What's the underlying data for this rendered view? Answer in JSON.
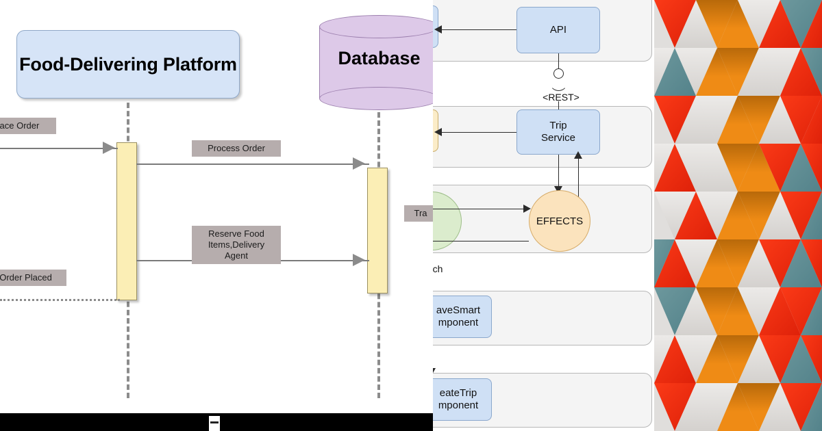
{
  "composite": {
    "panel_count": 3,
    "description": "Three side-by-side diagram thumbnails"
  },
  "sequence_diagram": {
    "actors": [
      {
        "name": "platform",
        "label": "Food-Delivering\nPlatform",
        "shape": "rounded-rect",
        "fill": "#d6e4f7",
        "stroke": "#8fa8c8"
      },
      {
        "name": "database",
        "label": "Database",
        "shape": "cylinder",
        "fill": "#ddc9e8",
        "stroke": "#9c7fae"
      }
    ],
    "messages": [
      {
        "label": "lace Order",
        "full": "Place Order",
        "from": "actor-left-offscreen",
        "to": "platform",
        "style": "solid"
      },
      {
        "label": "Process Order",
        "from": "platform",
        "to": "database",
        "style": "solid"
      },
      {
        "label": "Reserve Food\nItems,Delivery\nAgent",
        "from": "platform",
        "to": "database",
        "style": "solid"
      },
      {
        "label": "Order Placed",
        "from": "platform",
        "to": "actor-left-offscreen",
        "style": "dotted"
      },
      {
        "label": "Tra",
        "full": "Tra…",
        "from": "database",
        "to": "offscreen-right",
        "style": "solid"
      }
    ],
    "activation_fill": "#fbeeb5",
    "label_fill": "#b6adad",
    "lifeline_color": "#8c8c8c"
  },
  "architecture_diagram": {
    "nodes": [
      {
        "name": "api",
        "label": "API",
        "shape": "rounded-rect",
        "fill": "#cfe0f5"
      },
      {
        "name": "trip-service",
        "label": "Trip\nService",
        "shape": "rounded-rect",
        "fill": "#cfe0f5"
      },
      {
        "name": "effects",
        "label": "EFFECTS",
        "shape": "circle",
        "fill": "#fbe3bd"
      },
      {
        "name": "save-smart-component",
        "label": "aveSmart\nmponent",
        "full": "SaveSmart Component",
        "shape": "rounded-rect",
        "fill": "#cfe0f5"
      },
      {
        "name": "create-trip-component",
        "label": "eateTrip\nmponent",
        "full": "CreateTrip Component",
        "shape": "rounded-rect",
        "fill": "#cfe0f5"
      }
    ],
    "connector_labels": [
      {
        "name": "rest-interface",
        "label": "<REST>",
        "symbol": "ball-and-socket"
      },
      {
        "name": "dispatch",
        "label": "atch",
        "full": "dispatch"
      }
    ],
    "lane_fill": "#f4f4f4",
    "lane_stroke": "#b7b7b7",
    "arrow_color": "#2b2b2b"
  },
  "pattern_panel": {
    "style": "geometric-triangles",
    "colors": {
      "orange": "#ef8b15",
      "orange_dark": "#c96e08",
      "red": "#f32c12",
      "red_dark": "#d9200a",
      "teal": "#5f8d93",
      "grey": "#e2e0de",
      "grey_dark": "#cdcac7"
    },
    "columns": 4,
    "rows": 9
  }
}
